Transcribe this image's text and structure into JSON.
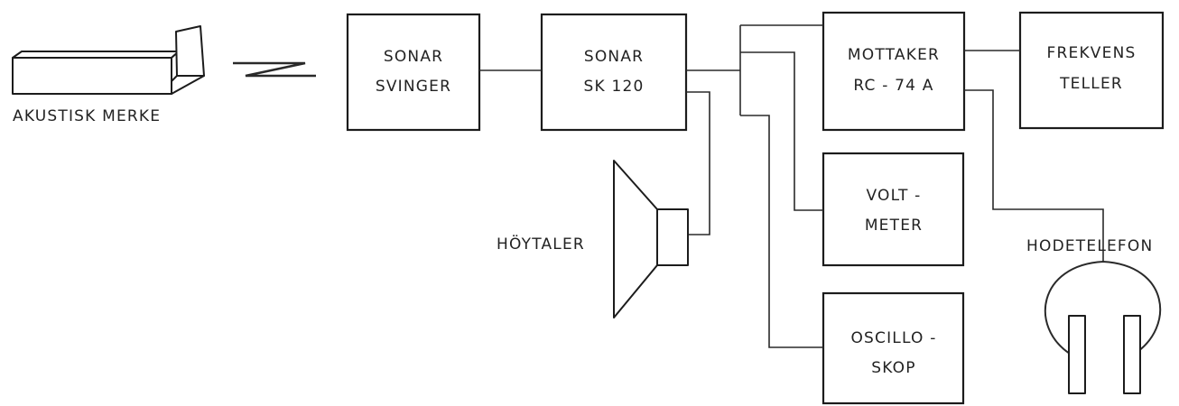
{
  "labels": {
    "acoustic_marker": "AKUSTISK MERKE",
    "speaker": "HÖYTALER",
    "headphone": "HODETELEFON"
  },
  "blocks": {
    "sonar_transducer": [
      "SONAR",
      "SVINGER"
    ],
    "sonar_sk120": [
      "SONAR",
      "SK 120"
    ],
    "receiver": [
      "MOTTAKER",
      "RC - 74 A"
    ],
    "frequency_counter": [
      "FREKVENS",
      "TELLER"
    ],
    "voltmeter": [
      "VOLT -",
      "METER"
    ],
    "oscilloscope": [
      "OSCILLO -",
      "SKOP"
    ]
  }
}
